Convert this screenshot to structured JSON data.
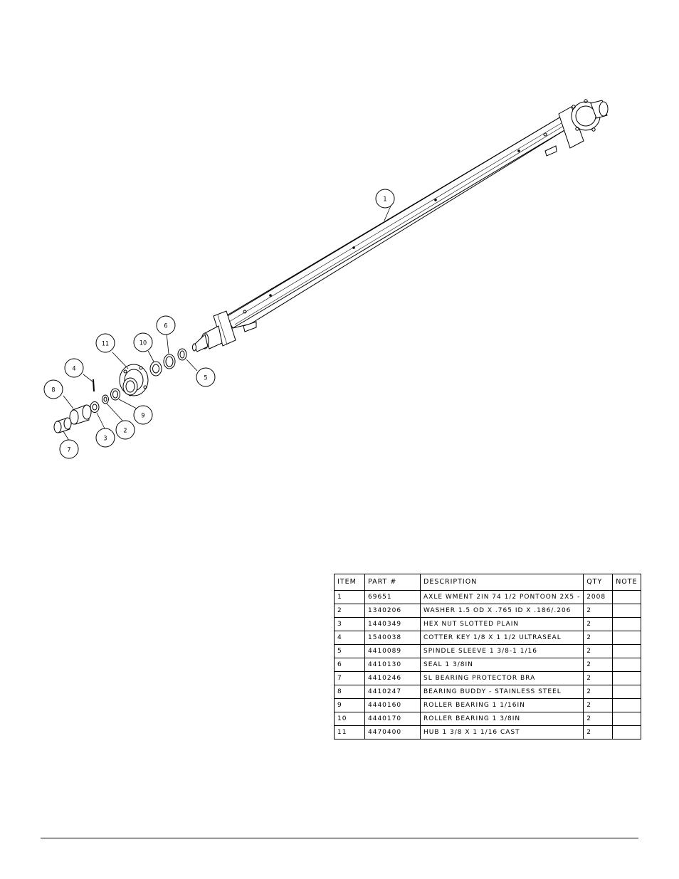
{
  "balloons": [
    {
      "id": "b1",
      "label": "1"
    },
    {
      "id": "b2",
      "label": "2"
    },
    {
      "id": "b3",
      "label": "3"
    },
    {
      "id": "b4",
      "label": "4"
    },
    {
      "id": "b5",
      "label": "5"
    },
    {
      "id": "b6",
      "label": "6"
    },
    {
      "id": "b7",
      "label": "7"
    },
    {
      "id": "b8",
      "label": "8"
    },
    {
      "id": "b9",
      "label": "9"
    },
    {
      "id": "b10",
      "label": "10"
    },
    {
      "id": "b11",
      "label": "11"
    }
  ],
  "bom": {
    "headers": {
      "item": "ITEM",
      "part": "PART #",
      "description": "DESCRIPTION",
      "qty": "QTY",
      "note": "NOTE"
    },
    "rows": [
      {
        "item": "1",
        "part": "69651",
        "description": "AXLE WMENT 2IN 74 1/2 PONTOON 2X5 -",
        "qty": "2008",
        "note": ""
      },
      {
        "item": "2",
        "part": "1340206",
        "description": "WASHER 1.5 OD X .765 ID X .186/.206",
        "qty": "2",
        "note": ""
      },
      {
        "item": "3",
        "part": "1440349",
        "description": "HEX NUT SLOTTED PLAIN",
        "qty": "2",
        "note": ""
      },
      {
        "item": "4",
        "part": "1540038",
        "description": "COTTER KEY 1/8 X 1 1/2 ULTRASEAL",
        "qty": "2",
        "note": ""
      },
      {
        "item": "5",
        "part": "4410089",
        "description": "SPINDLE SLEEVE 1 3/8-1 1/16",
        "qty": "2",
        "note": ""
      },
      {
        "item": "6",
        "part": "4410130",
        "description": "SEAL 1 3/8IN",
        "qty": "2",
        "note": ""
      },
      {
        "item": "7",
        "part": "4410246",
        "description": "SL BEARING PROTECTOR BRA",
        "qty": "2",
        "note": ""
      },
      {
        "item": "8",
        "part": "4410247",
        "description": "BEARING BUDDY - STAINLESS STEEL",
        "qty": "2",
        "note": ""
      },
      {
        "item": "9",
        "part": "4440160",
        "description": "ROLLER BEARING 1 1/16IN",
        "qty": "2",
        "note": ""
      },
      {
        "item": "10",
        "part": "4440170",
        "description": "ROLLER BEARING 1 3/8IN",
        "qty": "2",
        "note": ""
      },
      {
        "item": "11",
        "part": "4470400",
        "description": "HUB 1 3/8 X 1 1/16 CAST",
        "qty": "2",
        "note": ""
      }
    ]
  }
}
